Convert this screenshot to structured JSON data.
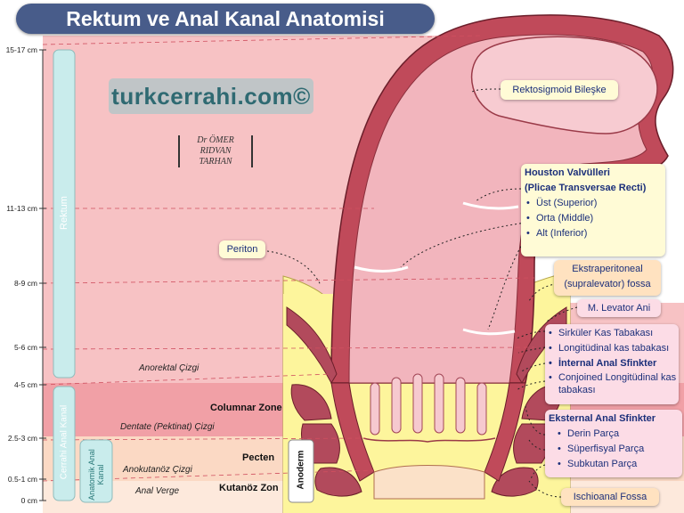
{
  "title": "Rektum ve Anal Kanal Anatomisi",
  "watermark": "turkcerrahi.com©",
  "signature": [
    "Dr ÖMER",
    "RIDVAN",
    "TARHAN"
  ],
  "colors": {
    "title_bg": "#485c8a",
    "rectum_band": "#f7c2c4",
    "anal_band": "#f1a0a6",
    "pecten_band": "#fbd9c4",
    "fat": "#fdf59c",
    "muscle": "#c04a5a",
    "mucosa": "#f2b5bd",
    "axis_pill": "#c9ecec"
  },
  "y_axis": {
    "ticks": [
      {
        "label": "15-17 cm",
        "level": 1.0
      },
      {
        "label": "11-13 cm",
        "level": 0.64
      },
      {
        "label": "8-9 cm",
        "level": 0.47
      },
      {
        "label": "5-6 cm",
        "level": 0.33
      },
      {
        "label": "4-5 cm",
        "level": 0.25
      },
      {
        "label": "2.5-3 cm",
        "level": 0.13
      },
      {
        "label": "0.5-1 cm",
        "level": 0.04
      },
      {
        "label": "0 cm",
        "level": 0.0
      }
    ]
  },
  "regions": {
    "rektum": "Rektum",
    "cerrahi": "Cerrahi Anal Kanal",
    "anatomik": "Anatomik Anal Kanal",
    "anoderm": "Anoderm"
  },
  "zones": {
    "anorektal": "Anorektal Çizgi",
    "dentate": "Dentate (Pektinat) Çizgi",
    "anokutanoz": "Anokutanöz Çizgi",
    "anal_verge": "Anal Verge",
    "columnar": "Columnar Zone",
    "pecten": "Pecten",
    "kutanoz": "Kutanöz Zon"
  },
  "callouts": {
    "rektosigmoid": "Rektosigmoid Bileşke",
    "houston_title1": "Houston Valvülleri",
    "houston_title2": "(Plicae Transversae Recti)",
    "houston_items": [
      "Üst (Superior)",
      "Orta (Middle)",
      "Alt (Inferior)"
    ],
    "periton": "Periton",
    "ekstraperitoneal": [
      "Ekstraperitoneal",
      "(supralevator) fossa"
    ],
    "levator": "M. Levator Ani",
    "layers": [
      "Sirküler Kas Tabakası",
      "Longitüdinal kas tabakası",
      "İnternal Anal Sfinkter",
      "Conjoined Longitüdinal kas tabakası"
    ],
    "eksternal_title": "Eksternal Anal Sfinkter",
    "eksternal_items": [
      "Derin Parça",
      "Süperfisyal Parça",
      "Subkutan Parça"
    ],
    "ischioanal": "Ischioanal Fossa"
  }
}
